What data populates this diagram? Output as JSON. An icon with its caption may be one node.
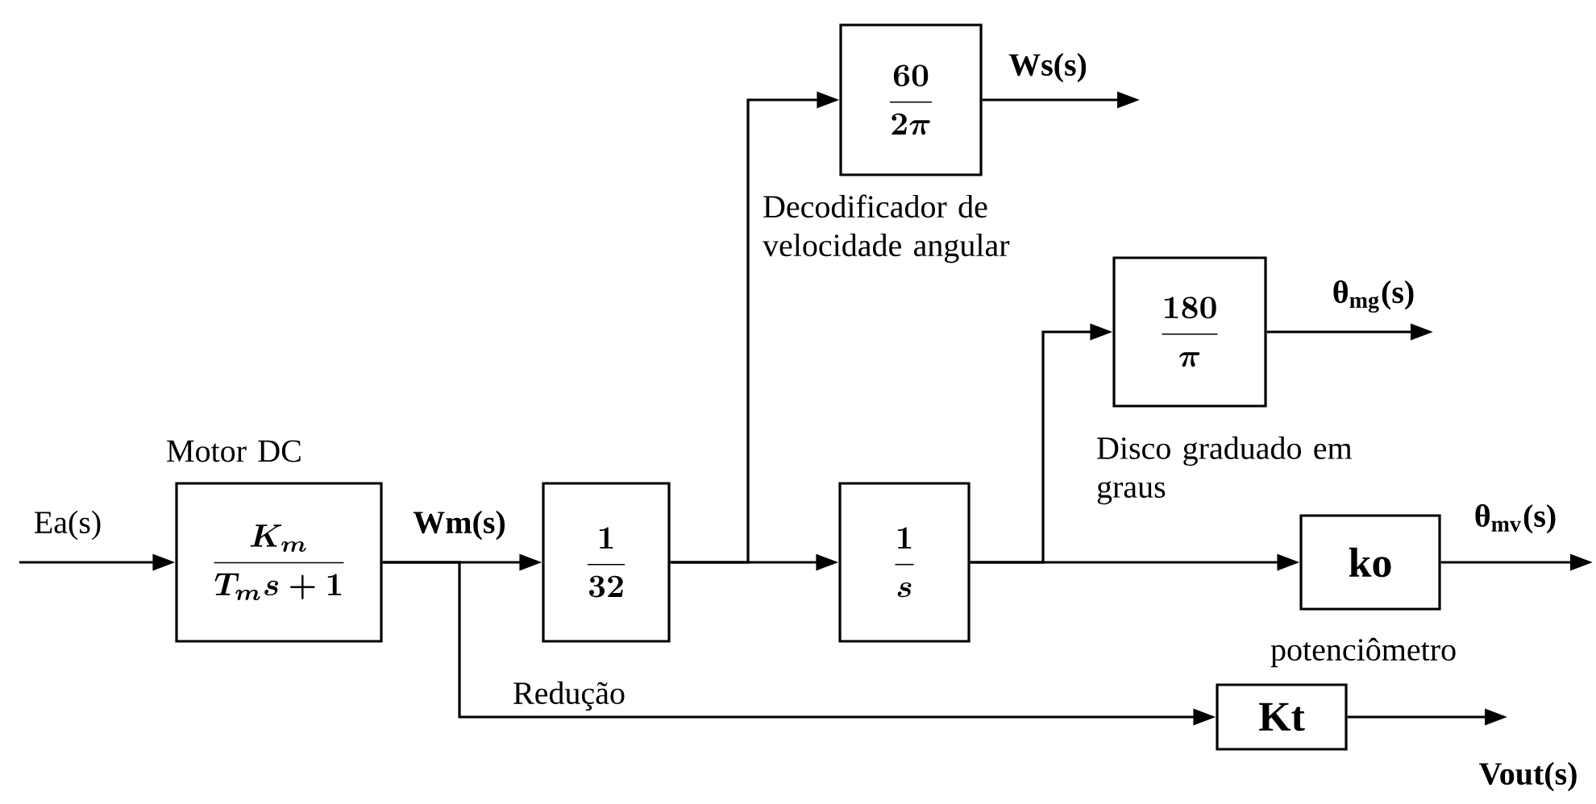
{
  "diagram": {
    "nodes": [
      {
        "text": [
          "\\frac{K_m}{T_m s+1}"
        ],
        "beside": [
          "Motor DC"
        ]
      },
      {
        "text": [
          "\\frac{1}{32}"
        ],
        "beside": [
          "Redução"
        ]
      },
      {
        "text": [
          "\\frac{60}{2\\pi}"
        ],
        "beside": [
          "Decodificador de velocidade angular"
        ]
      },
      {
        "text": [
          "\\frac{1}{s}"
        ]
      },
      {
        "text": [
          "\\frac{180}{\\pi}"
        ],
        "beside": [
          "Disco graduado em graus"
        ]
      },
      {
        "text": [
          "ko"
        ],
        "beside": [
          "potenciômetro"
        ]
      },
      {
        "text": [
          "Kt"
        ]
      }
    ],
    "edges": [
      {
        "from": null,
        "to": 0,
        "arrow": "to",
        "label": "Ea(s)"
      },
      {
        "from": 0,
        "to": 1,
        "arrow": "to",
        "label": "Wm(s)"
      },
      {
        "from": 1,
        "to": 2,
        "arrow": "to"
      },
      {
        "from": 1,
        "to": 3,
        "arrow": "to"
      },
      {
        "from": 3,
        "to": 4,
        "arrow": "to"
      },
      {
        "from": 3,
        "to": 5,
        "arrow": "to"
      },
      {
        "from": 0,
        "to": 6,
        "arrow": "to"
      },
      {
        "from": 2,
        "to": null,
        "arrow": "to",
        "label": "Ws(s)"
      },
      {
        "from": 4,
        "to": null,
        "arrow": "to",
        "label": "θ$_{mg}$(s)"
      },
      {
        "from": 5,
        "to": null,
        "arrow": "to",
        "label": "θ$_{mv}$(s)"
      },
      {
        "from": 6,
        "to": null,
        "arrow": "to",
        "label": "Vout(s)"
      }
    ]
  }
}
